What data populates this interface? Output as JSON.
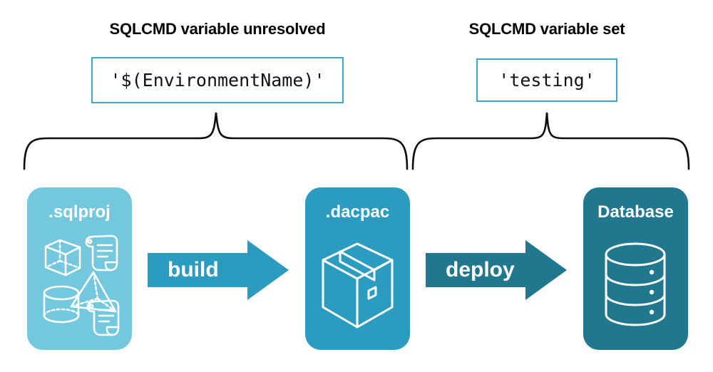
{
  "diagram": {
    "title_left": "SQLCMD variable unresolved",
    "title_right": "SQLCMD variable set",
    "value_left": "'$(EnvironmentName)'",
    "value_right": "'testing'",
    "colors": {
      "sqlproj_card": "#74c8de",
      "dacpac_card": "#2b9cc0",
      "database_card": "#21788e",
      "build_arrow": "#2b9cc0",
      "deploy_arrow": "#21788e",
      "code_box_border": "#3fa6c4",
      "brace_stroke": "#0d0d0d",
      "text_on_card": "#ffffff",
      "heading_text": "#000000",
      "background": "#ffffff"
    },
    "stages": [
      {
        "id": "sqlproj",
        "label": ".sqlproj",
        "icons": [
          "cube-wireframe-icon",
          "script-scroll-icon",
          "pyramid-wireframe-icon",
          "cylinder-wireframe-icon",
          "script-scroll-icon"
        ]
      },
      {
        "id": "dacpac",
        "label": ".dacpac",
        "icons": [
          "package-box-icon"
        ]
      },
      {
        "id": "database",
        "label": "Database",
        "icons": [
          "database-cylinder-icon"
        ]
      }
    ],
    "transitions": [
      {
        "id": "build",
        "label": "build",
        "from": "sqlproj",
        "to": "dacpac"
      },
      {
        "id": "deploy",
        "label": "deploy",
        "from": "dacpac",
        "to": "database"
      }
    ],
    "braces": [
      {
        "id": "brace-left",
        "covers": "build",
        "label_ref": "title_left"
      },
      {
        "id": "brace-right",
        "covers": "deploy",
        "label_ref": "title_right"
      }
    ]
  }
}
